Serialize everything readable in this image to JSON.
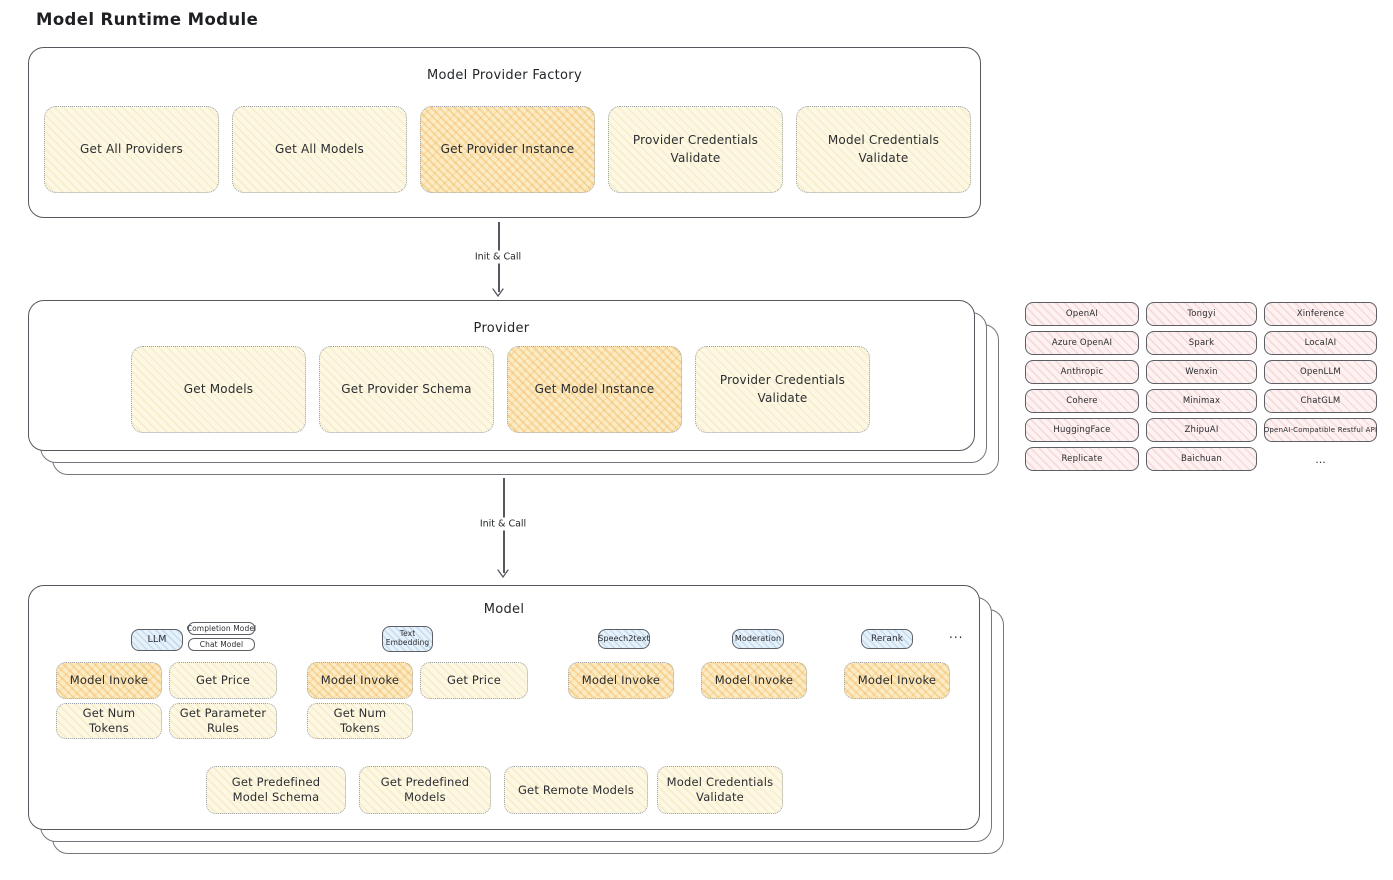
{
  "page": {
    "title": "Model Runtime Module"
  },
  "factory": {
    "title": "Model Provider Factory",
    "buttons": [
      "Get All Providers",
      "Get All Models",
      "Get Provider Instance",
      "Provider Credentials Validate",
      "Model Credentials Validate"
    ]
  },
  "arrow1": {
    "label": "Init & Call"
  },
  "arrow2": {
    "label": "Init & Call"
  },
  "provider": {
    "title": "Provider",
    "buttons": [
      "Get Models",
      "Get Provider Schema",
      "Get Model Instance",
      "Provider Credentials Validate"
    ]
  },
  "provider_list": {
    "items": [
      "OpenAI",
      "Tongyi",
      "Xinference",
      "Azure OpenAI",
      "Spark",
      "LocalAI",
      "Anthropic",
      "Wenxin",
      "OpenLLM",
      "Cohere",
      "Minimax",
      "ChatGLM",
      "HuggingFace",
      "ZhipuAI",
      "OpenAI-Compatible Restful API",
      "Replicate",
      "Baichuan"
    ],
    "more": "..."
  },
  "model": {
    "title": "Model",
    "tags": {
      "llm": "LLM",
      "completion": "Completion Model",
      "chat": "Chat Model",
      "text_embedding": "Text Embedding",
      "speech2text": "Speech2text",
      "moderation": "Moderation",
      "rerank": "Rerank",
      "more": "..."
    },
    "llm_buttons": [
      "Model Invoke",
      "Get Price",
      "Get Num Tokens",
      "Get Parameter Rules"
    ],
    "embedding_buttons": [
      "Model Invoke",
      "Get Price",
      "Get Num Tokens"
    ],
    "speech2text_buttons": [
      "Model Invoke"
    ],
    "moderation_buttons": [
      "Model Invoke"
    ],
    "rerank_buttons": [
      "Model Invoke"
    ],
    "common_buttons": [
      "Get Predefined Model Schema",
      "Get Predefined Models",
      "Get Remote Models",
      "Model Credentials Validate"
    ]
  },
  "colors": {
    "node_fill": "#fdf8e3",
    "node_highlight": "#fcecc5",
    "provider_chip": "#fdf1f1",
    "type_tag": "#e7f1fa",
    "stroke": "#55595f"
  }
}
